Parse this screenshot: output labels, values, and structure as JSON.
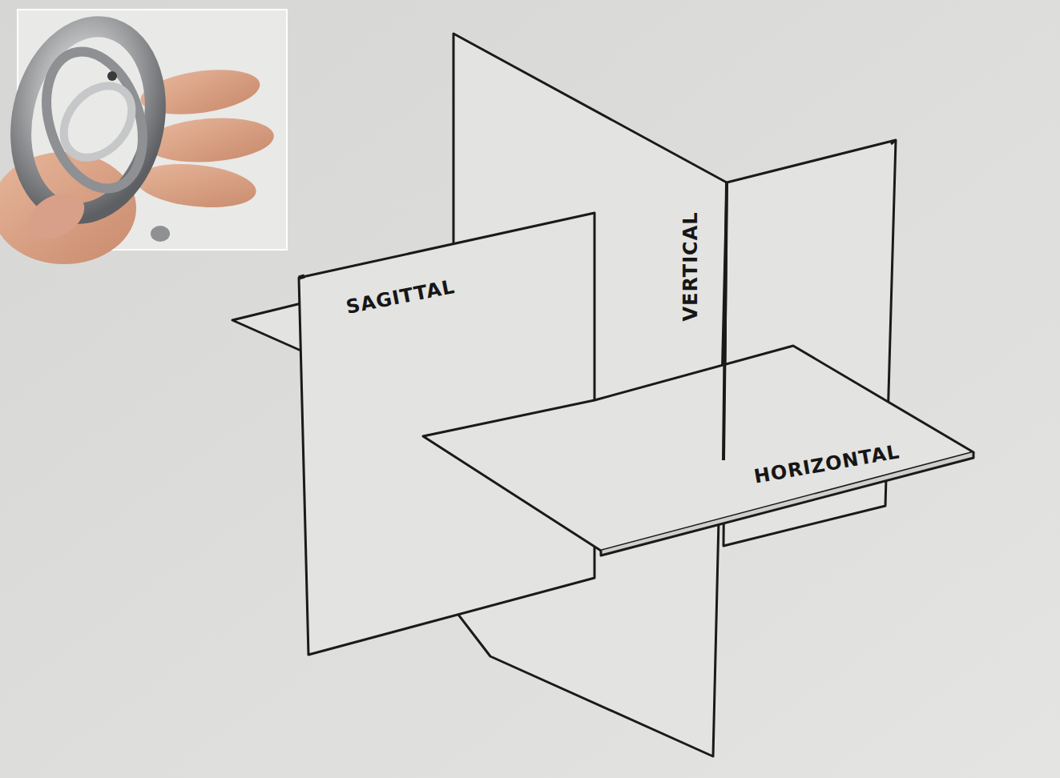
{
  "diagram": {
    "labels": [
      "SAGITTAL",
      "VERTICAL",
      "HORIZONTAL"
    ]
  }
}
